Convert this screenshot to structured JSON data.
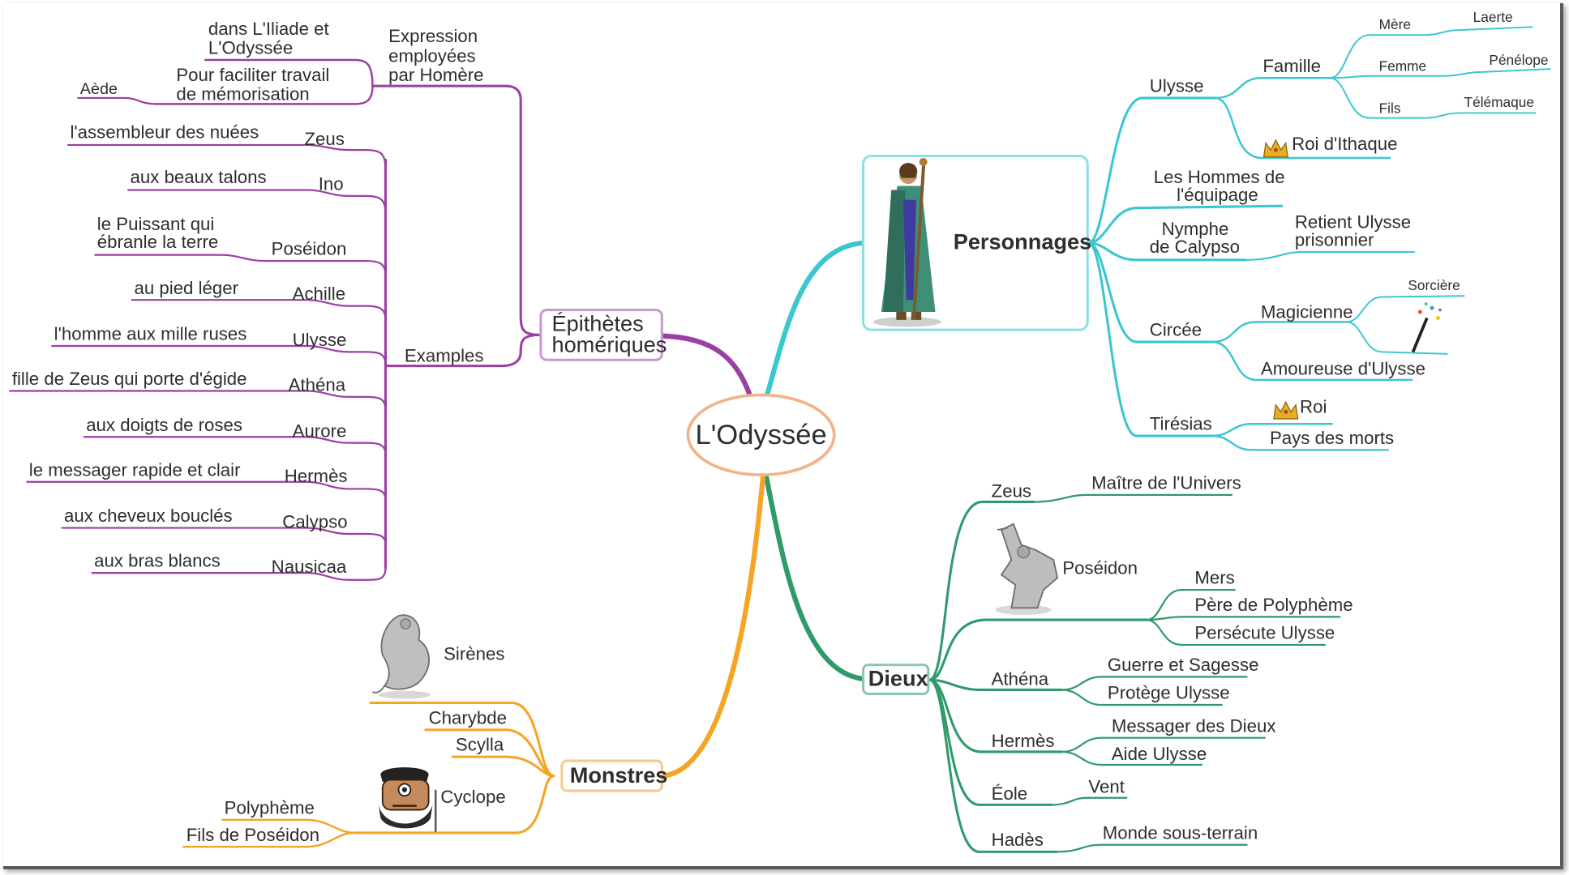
{
  "center": {
    "label": "L'Odyssée"
  },
  "colors": {
    "epithetes": "#9b3fa3",
    "personnages": "#3cc6d0",
    "dieux": "#2f9a6a",
    "monstres": "#f4a524"
  },
  "epithetes": {
    "label": "Épithètes homériques",
    "label_lines": [
      "Épithètes",
      "homériques"
    ],
    "expression": {
      "label_lines": [
        "Expression",
        "employées",
        "par Homère"
      ],
      "iliade_lines": [
        "dans L'Iliade et",
        "L'Odyssée"
      ],
      "memo_lines": [
        "Pour faciliter travail",
        "de mémorisation"
      ],
      "aede": "Aède"
    },
    "examples_label": "Examples",
    "examples": [
      {
        "name": "Zeus",
        "epithet": "l'assembleur des nuées"
      },
      {
        "name": "Ino",
        "epithet": "aux beaux talons"
      },
      {
        "name": "Poséidon",
        "epithet_lines": [
          "le Puissant qui",
          "ébranle la terre"
        ]
      },
      {
        "name": "Achille",
        "epithet": "au pied léger"
      },
      {
        "name": "Ulysse",
        "epithet": "l'homme aux mille ruses"
      },
      {
        "name": "Athéna",
        "epithet": "fille de Zeus qui porte d'égide"
      },
      {
        "name": "Aurore",
        "epithet": "aux doigts de roses"
      },
      {
        "name": "Hermès",
        "epithet": "le messager rapide et clair"
      },
      {
        "name": "Calypso",
        "epithet": "aux cheveux bouclés"
      },
      {
        "name": "Nausicaa",
        "epithet": "aux bras blancs"
      }
    ]
  },
  "personnages": {
    "label": "Personnages",
    "ulysse": {
      "label": "Ulysse",
      "famille": {
        "label": "Famille",
        "members": [
          {
            "role": "Mère",
            "name": "Laerte"
          },
          {
            "role": "Femme",
            "name": "Pénélope"
          },
          {
            "role": "Fils",
            "name": "Télémaque"
          }
        ]
      },
      "roi": "Roi d'Ithaque"
    },
    "equipage_lines": [
      "Les Hommes de",
      "l'équipage"
    ],
    "nymphe": {
      "label_lines": [
        "Nymphe",
        "de Calypso"
      ],
      "detail_lines": [
        "Retient Ulysse",
        "prisonnier"
      ]
    },
    "circee": {
      "label": "Circée",
      "magicienne": "Magicienne",
      "sorciere": "Sorcière",
      "amoureuse": "Amoureuse d'Ulysse"
    },
    "tiresias": {
      "label": "Tirésias",
      "roi": "Roi",
      "pays": "Pays des morts"
    }
  },
  "dieux": {
    "label": "Dieux",
    "zeus": {
      "label": "Zeus",
      "detail": "Maître de l'Univers"
    },
    "poseidon": {
      "label": "Poséidon",
      "details": [
        "Mers",
        "Père de Polyphème",
        "Persécute Ulysse"
      ]
    },
    "athena": {
      "label": "Athéna",
      "details": [
        "Guerre et Sagesse",
        "Protège Ulysse"
      ]
    },
    "hermes": {
      "label": "Hermès",
      "details": [
        "Messager des Dieux",
        "Aide Ulysse"
      ]
    },
    "eole": {
      "label": "Éole",
      "detail": "Vent"
    },
    "hades": {
      "label": "Hadès",
      "detail": "Monde sous-terrain"
    }
  },
  "monstres": {
    "label": "Monstres",
    "sirenes": "Sirènes",
    "charybde": "Charybde",
    "scylla": "Scylla",
    "cyclope": {
      "label": "Cyclope",
      "polypheme": "Polyphème",
      "fils": "Fils de Poséidon"
    }
  }
}
